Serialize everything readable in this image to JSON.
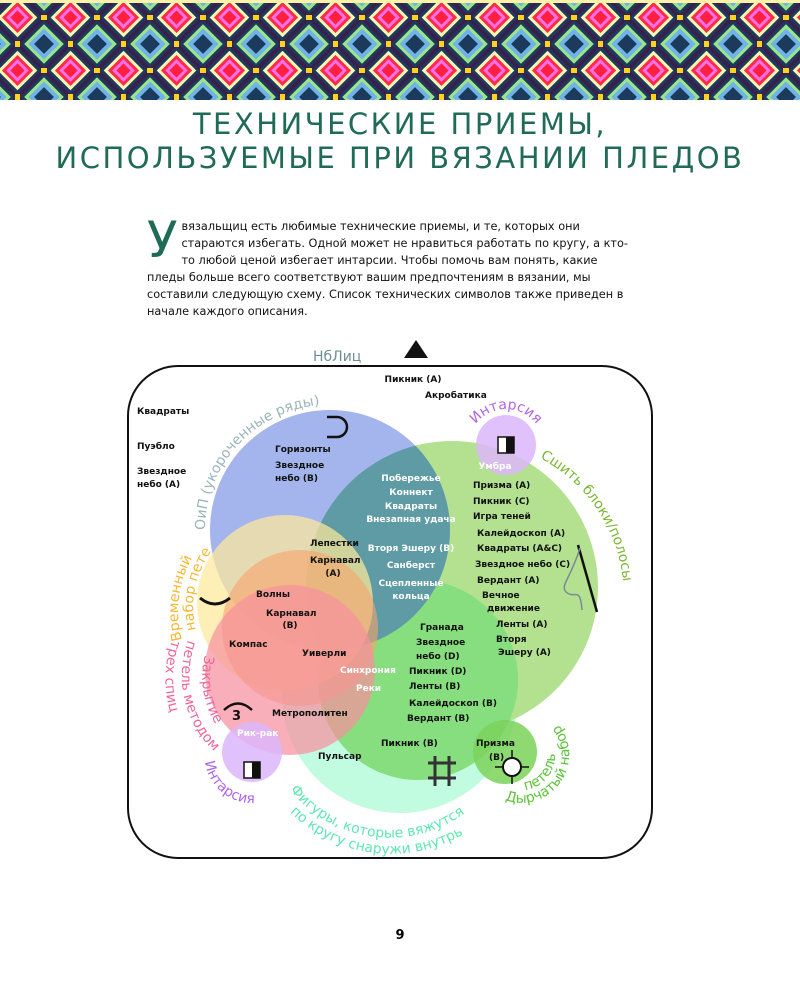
{
  "title": {
    "line1": "ТЕХНИЧЕСКИЕ ПРИЕМЫ,",
    "line2": "ИСПОЛЬЗУЕМЫЕ ПРИ ВЯЗАНИИ ПЛЕДОВ"
  },
  "intro": {
    "dropcap": "У",
    "text": " вязальщиц есть любимые технические приемы, и те, которых они стараются избегать. Одной может не нравиться работать по кругу, а кто-то любой ценой избегает интарсии. Чтобы помочь вам понять, какие пледы больше всего соответствуют вашим предпочтениям в вязании, мы составили следующую схему. Список технических символов также приведен в начале каждого описания."
  },
  "colors": {
    "title": "#1f6b55",
    "blue": "#a4b5ee",
    "green": "#b4e18f",
    "teal": "#5f9ba5",
    "bright_green": "#86de7e",
    "mint": "#c2fce0",
    "yellow": "#fde99a",
    "pink": "#f7909e",
    "purple": "#dcb6fa"
  },
  "diagram": {
    "top_label": "НбЛиц",
    "set_labels": {
      "short_rows": "ОиП (укороченные ряды)",
      "intarsia_top": "Интарсия",
      "sew_blocks": "Сшить блоки/полосы",
      "provisional_line1": "Временный",
      "provisional_line2": "набор петель",
      "bindoff_line1": "Закрытие",
      "bindoff_line2": "петель методом",
      "bindoff_line3": "трех спиц",
      "intarsia_bottom": "Интарсия",
      "in_round_line1": "Фигуры, которые вяжутся",
      "in_round_line2": "по кругу снаружи внутрь",
      "eyelet_line1": "Дырчатый набор",
      "eyelet_line2": "петель"
    },
    "outside": [
      "Пикник (A)",
      "Акробатика",
      "Квадраты",
      "Пуэбло",
      "Звездное",
      "небо (A)"
    ],
    "blue": [
      "Горизонты",
      "Звездное",
      "небо (B)"
    ],
    "teal": [
      "Побережье",
      "Коннект",
      "Квадраты",
      "Внезапная удача",
      "Вторя Эшеру (B)",
      "Санберст",
      "Сцепленные",
      "кольца"
    ],
    "olive": [
      "Лепестки",
      "Карнавал",
      "(A)"
    ],
    "umbra": "Умбра",
    "green": [
      "Призма (A)",
      "Пикник (C)",
      "Игра теней",
      "Калейдоскоп (A)",
      "Квадраты (A&C)",
      "Звездное небо (C)",
      "Вердант (A)",
      "Вечное",
      "движение",
      "Ленты (A)",
      "Вторя",
      "Эшеру (A)"
    ],
    "brown": [
      "Волны",
      "Карнавал",
      "(B)"
    ],
    "orange": [
      "Компас",
      "Уиверли"
    ],
    "white_low": [
      "Синхрония",
      "Реки"
    ],
    "bright_green": [
      "Гранада",
      "Звездное",
      "небо (D)",
      "Пикник (D)",
      "Ленты (B)",
      "Калейдоскоп (B)",
      "Вердант (B)"
    ],
    "pink": [
      "Метрополитен",
      "Рик-рак"
    ],
    "mint": [
      "Пикник (B)",
      "Пульсар"
    ],
    "prizma_b": [
      "Призма",
      "(B)"
    ],
    "icons": [
      "short-row-bracket",
      "intarsia-square",
      "needle-thread",
      "provisional-curve",
      "bindoff-symbol",
      "lattice-symbol",
      "eyelet-symbol",
      "triangle"
    ]
  },
  "page_number": "9"
}
